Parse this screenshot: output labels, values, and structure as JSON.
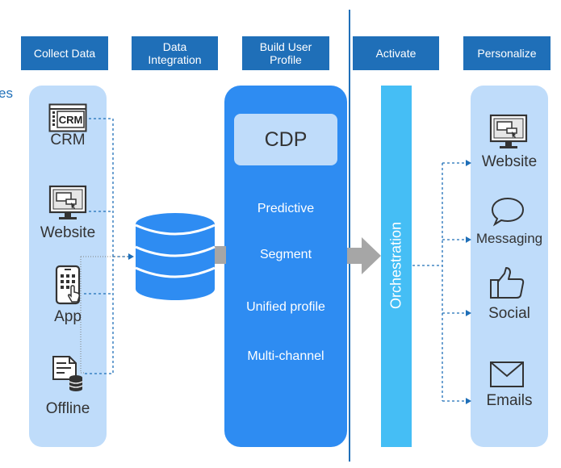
{
  "headers": {
    "collect": "Collect Data",
    "integration": "Data\nIntegration",
    "profile": "Build User\nProfile",
    "activate": "Activate",
    "personalize": "Personalize"
  },
  "edge_text": "es",
  "sources": {
    "crm_badge": "CRM",
    "crm": "CRM",
    "website": "Website",
    "app": "App",
    "offline": "Offline"
  },
  "cdp": {
    "title": "CDP",
    "items": [
      "Predictive",
      "Segment",
      "Unified profile",
      "Multi-channel"
    ]
  },
  "orchestration": "Orchestration",
  "channels": {
    "website": "Website",
    "messaging": "Messaging",
    "social": "Social",
    "emails": "Emails"
  },
  "colors": {
    "header": "#1f6fb8",
    "panel_light": "#bfdcfa",
    "cdp_blue": "#2e8cf2",
    "orchestration": "#45bef5",
    "arrow_gray": "#a6a6a6",
    "dashed_line": "#1f6fb8"
  },
  "icons": [
    "crm-icon",
    "website-icon",
    "app-icon",
    "offline-icon",
    "database-icon",
    "monitor-icon",
    "chat-bubble-icon",
    "thumbs-up-icon",
    "envelope-icon"
  ]
}
